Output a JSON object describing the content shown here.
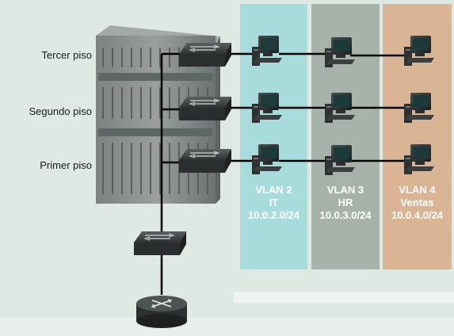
{
  "floors": [
    {
      "label": "Tercer piso"
    },
    {
      "label": "Segundo piso"
    },
    {
      "label": "Primer piso"
    }
  ],
  "vlans": [
    {
      "name": "VLAN 2",
      "dept": "IT",
      "subnet": "10.0.2.0/24",
      "color": "#a8dcdc"
    },
    {
      "name": "VLAN 3",
      "dept": "HR",
      "subnet": "10.0.3.0/24",
      "color": "#a7b2ab"
    },
    {
      "name": "VLAN 4",
      "dept": "Ventas",
      "subnet": "10.0.4.0/24",
      "color": "#d9b596"
    }
  ],
  "colors": {
    "background": "#dfe9e4",
    "building": "#8a8f8d",
    "device": "#3a3d3d",
    "link": "#000000"
  },
  "icons": [
    "building",
    "workgroup-switch-icon",
    "pc-icon",
    "router-icon"
  ]
}
